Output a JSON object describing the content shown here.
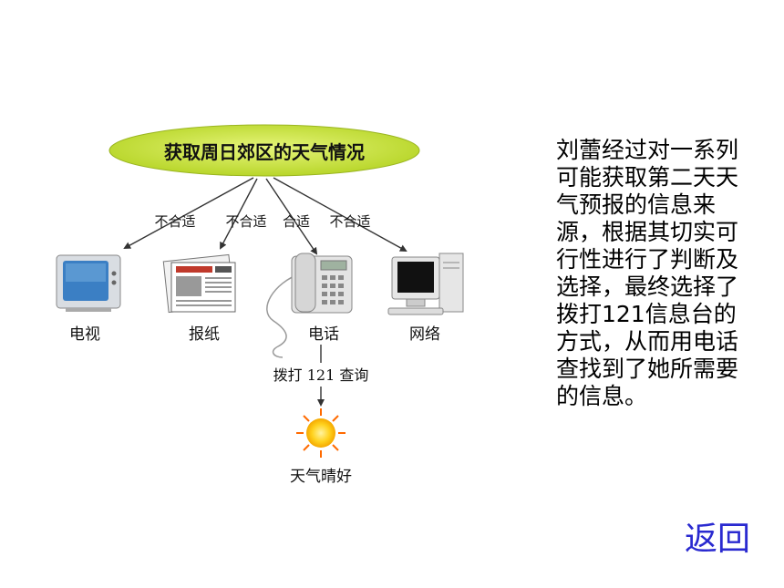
{
  "diagram": {
    "root": "获取周日郊区的天气情况",
    "branches": [
      {
        "edge_label": "不合适",
        "node": "电视",
        "icon": "tv-icon"
      },
      {
        "edge_label": "不合适",
        "node": "报纸",
        "icon": "newspaper-icon"
      },
      {
        "edge_label": "合适",
        "node": "电话",
        "icon": "telephone-icon"
      },
      {
        "edge_label": "不合适",
        "node": "网络",
        "icon": "computer-icon"
      }
    ],
    "followup_label": "拨打 121 查询",
    "result": "天气晴好",
    "result_icon": "sun-icon",
    "colors": {
      "root_fill": "#c8e63c",
      "arrow": "#333333",
      "sun": "#ffd21e"
    }
  },
  "side_text": "刘蕾经过对一系列可能获取第二天天气预报的信息来源，根据其切实可行性进行了判断及选择，最终选择了拨打121信息台的方式，从而用电话查找到了她所需要的信息。",
  "back_label": "返回",
  "back_color": "#2a2ad0"
}
